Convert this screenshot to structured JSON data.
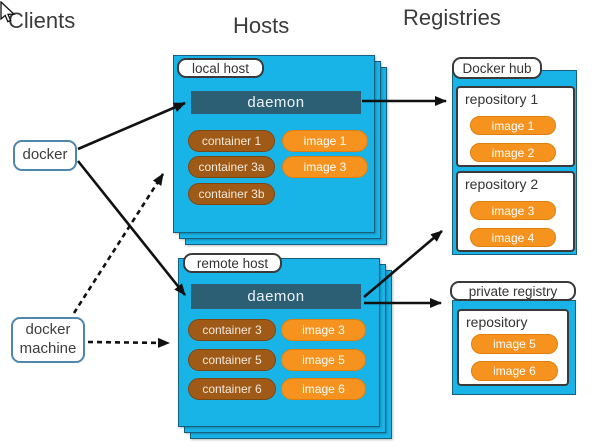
{
  "headers": {
    "clients": "Clients",
    "hosts": "Hosts",
    "registries": "Registries"
  },
  "clients": {
    "docker_label": "docker",
    "docker_machine_label": "docker machine"
  },
  "hosts": {
    "local": {
      "label": "local host",
      "daemon_label": "daemon",
      "containers": [
        "container 1",
        "container 3a",
        "container 3b"
      ],
      "images": [
        "image 1",
        "image 3"
      ]
    },
    "remote": {
      "label": "remote host",
      "daemon_label": "daemon",
      "containers": [
        "container 3",
        "container 5",
        "container 6"
      ],
      "images": [
        "image 3",
        "image 5",
        "image 6"
      ]
    }
  },
  "registries": {
    "docker_hub": {
      "label": "Docker hub",
      "repos": [
        {
          "name": "repository 1",
          "images": [
            "image 1",
            "image 2"
          ]
        },
        {
          "name": "repository 2",
          "images": [
            "image 3",
            "image 4"
          ]
        }
      ]
    },
    "private_registry": {
      "label": "private registry",
      "repos": [
        {
          "name": "repository",
          "images": [
            "image 5",
            "image 6"
          ]
        }
      ]
    }
  },
  "colors": {
    "host_fill": "#18b4e8",
    "host_border": "#17607e",
    "daemon_fill": "#2d5f74",
    "container_fill": "#a05a18",
    "image_fill": "#f6921e",
    "arrow": "#111111"
  }
}
